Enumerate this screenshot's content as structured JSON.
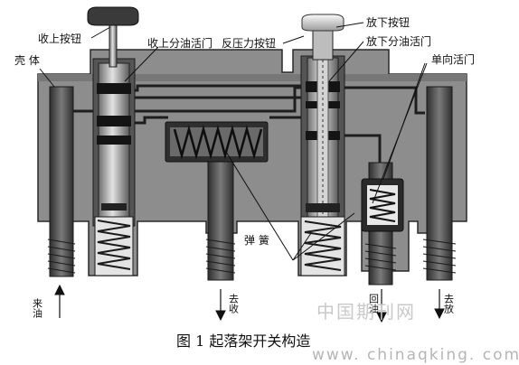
{
  "labels": {
    "retract_button": "收上按钮",
    "retract_valve": "收上分油活门",
    "housing": "壳 体",
    "back_pressure_button": "反压力按钮",
    "extend_button": "放下按钮",
    "extend_valve": "放下分油活门",
    "check_valve": "单向活门",
    "spring": "弹 簧"
  },
  "ports": {
    "supply": "来油",
    "to_retract": "去收",
    "return": "回油",
    "to_extend": "去放"
  },
  "caption": "图 1 起落架开关构造",
  "watermark": {
    "cn": "中国期刊网",
    "url": "www. chinaqking. com"
  }
}
